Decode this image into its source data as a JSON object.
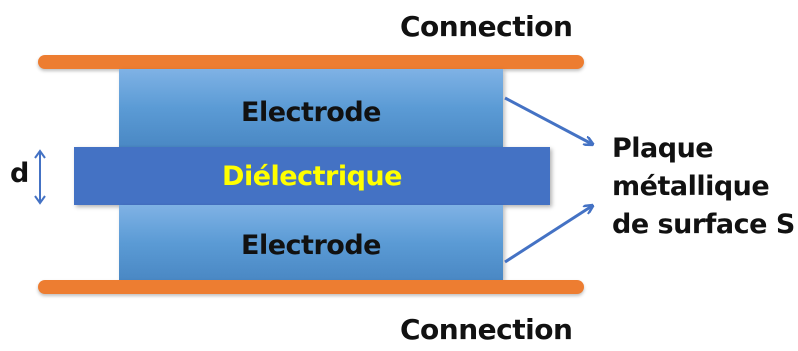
{
  "labels": {
    "connection_top": "Connection",
    "connection_bottom": "Connection",
    "electrode_top": "Electrode",
    "electrode_bottom": "Electrode",
    "dielectric": "Diélectrique",
    "thickness": "d",
    "plate_line1": "Plaque",
    "plate_line2": "métallique",
    "plate_line3": "de surface S"
  },
  "colors": {
    "connection": "#ed7d31",
    "electrode": "#5b9bd5",
    "dielectric": "#4472c4",
    "dielectric_text": "#ffff00",
    "arrow": "#4472c4"
  },
  "icons": {
    "thickness_arrow": "double-headed-vertical-arrow",
    "pointer_arrows": "arrow"
  }
}
